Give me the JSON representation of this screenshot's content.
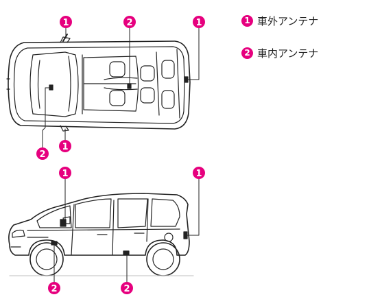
{
  "legend": [
    {
      "number": "1",
      "label": "車外アンテナ"
    },
    {
      "number": "2",
      "label": "車内アンテナ"
    }
  ],
  "markers": {
    "top_left": "1",
    "top_center": "2",
    "top_right": "1",
    "top_bottom_left": "2",
    "top_bottom_mirror": "1",
    "side_left": "1",
    "side_right": "1",
    "side_bottom_left": "2",
    "side_bottom_center": "2"
  },
  "colors": {
    "marker": "#e6007e",
    "line": "#222222"
  }
}
